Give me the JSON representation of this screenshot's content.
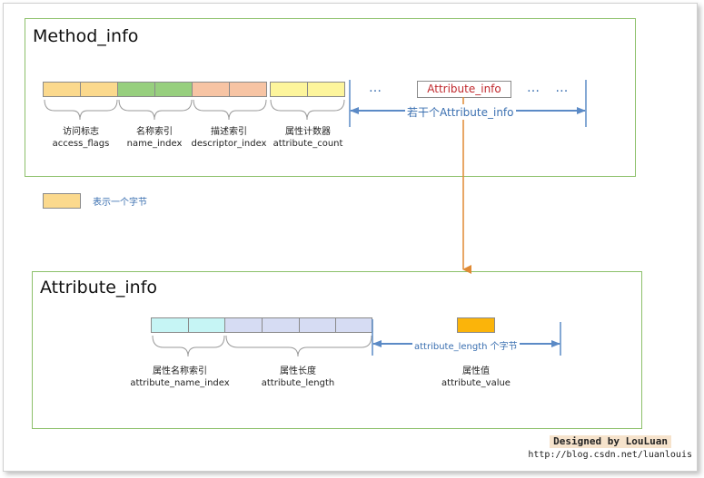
{
  "method_info": {
    "title": "Method_info",
    "fields": [
      {
        "cn": "访问标志",
        "en": "access_flags"
      },
      {
        "cn": "名称索引",
        "en": "name_index"
      },
      {
        "cn": "描述索引",
        "en": "descriptor_index"
      },
      {
        "cn": "属性计数器",
        "en": "attribute_count"
      }
    ],
    "dots_left": "…",
    "attribute_box": "Attribute_info",
    "dots_right": "…   …",
    "span_label": "若干个Attribute_info"
  },
  "legend": {
    "text": "表示一个字节"
  },
  "attribute_info": {
    "title": "Attribute_info",
    "fields": [
      {
        "cn": "属性名称索引",
        "en": "attribute_name_index"
      },
      {
        "cn": "属性长度",
        "en": "attribute_length"
      },
      {
        "cn": "属性值",
        "en": "attribute_value"
      }
    ],
    "span_label": "attribute_length 个字节"
  },
  "colors": {
    "access_flags": "#fbd98d",
    "name_index": "#97cf7e",
    "descriptor_index": "#f7c4a4",
    "attribute_count": "#fdf59c",
    "attribute_name_index": "#c6f5f5",
    "attribute_length": "#d6dcf3",
    "attribute_value": "#fbb40a",
    "legend_swatch": "#fbd98d",
    "green_border": "#8cc06a",
    "blue_arrow": "#5b8ac6",
    "orange_arrow": "#e08a34"
  },
  "credit": {
    "designed_by": "Designed by LouLuan",
    "url": "http://blog.csdn.net/luanlouis"
  }
}
